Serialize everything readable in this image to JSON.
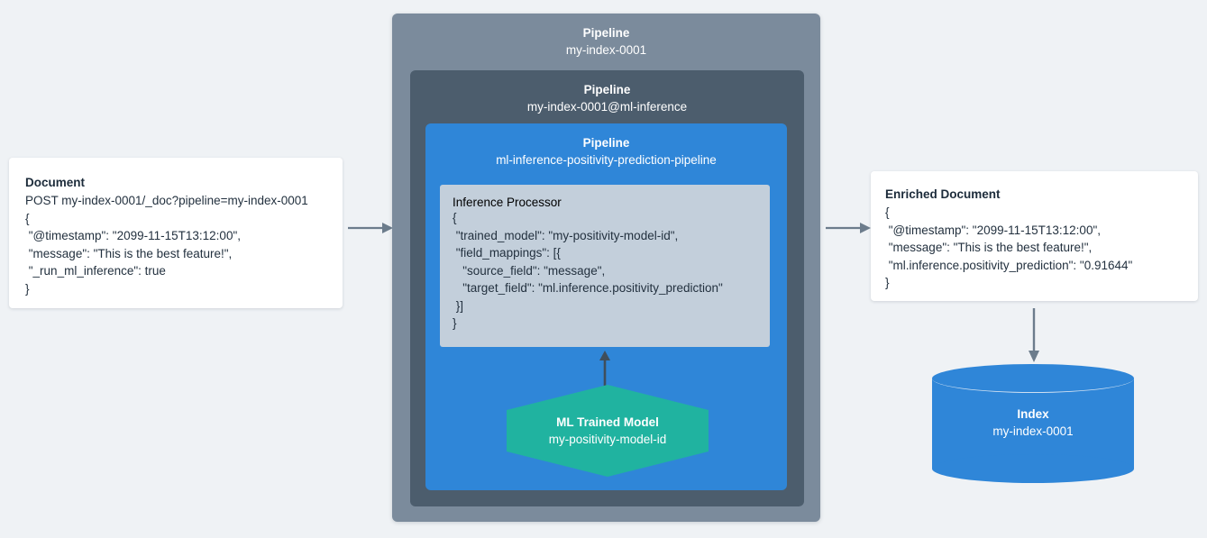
{
  "palette": {
    "page_background": "#eff2f5",
    "pipeline_outer": "#7b8b9c",
    "pipeline_mid": "#4c5d6d",
    "pipeline_inner": "#2f86d8",
    "processor_background": "#c3cfdb",
    "ml_model_green": "#20b3a0",
    "index_blue": "#2f86d8",
    "arrow_gray": "#6c7c8c",
    "card_white": "#ffffff",
    "text_dark": "#23313f"
  },
  "document": {
    "title": "Document",
    "lines": [
      "POST my-index-0001/_doc?pipeline=my-index-0001",
      "{",
      " \"@timestamp\": \"2099-11-15T13:12:00\",",
      " \"message\": \"This is the best feature!\",",
      " \"_run_ml_inference\": true",
      "}"
    ]
  },
  "pipeline_outer": {
    "kind": "Pipeline",
    "name": "my-index-0001"
  },
  "pipeline_mid": {
    "kind": "Pipeline",
    "name": "my-index-0001@ml-inference"
  },
  "pipeline_inner": {
    "kind": "Pipeline",
    "name": "ml-inference-positivity-prediction-pipeline"
  },
  "inference_processor": {
    "title": "Inference Processor",
    "lines": [
      "{",
      " \"trained_model\": \"my-positivity-model-id\",",
      " \"field_mappings\": [{",
      "   \"source_field\": \"message\",",
      "   \"target_field\": \"ml.inference.positivity_prediction\"",
      " }]",
      "}"
    ]
  },
  "ml_model": {
    "kind": "ML Trained Model",
    "name": "my-positivity-model-id"
  },
  "enriched_document": {
    "title": "Enriched Document",
    "lines": [
      "{",
      " \"@timestamp\": \"2099-11-15T13:12:00\",",
      " \"message\": \"This is the best feature!\",",
      " \"ml.inference.positivity_prediction\": \"0.91644\"",
      "}"
    ]
  },
  "index": {
    "kind": "Index",
    "name": "my-index-0001"
  },
  "arrows": {
    "document_to_pipeline": "arrow-right",
    "pipeline_to_enriched": "arrow-right",
    "model_to_processor": "arrow-up",
    "enriched_to_index": "arrow-down"
  }
}
